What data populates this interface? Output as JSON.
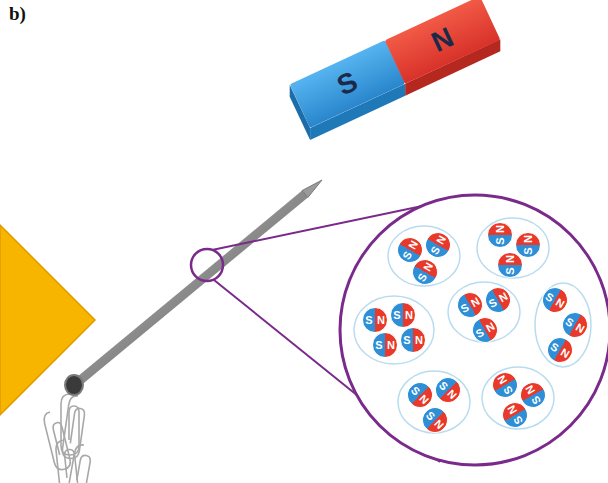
{
  "diagram": {
    "nodes": [
      {
        "text": [
          "S"
        ]
      },
      {
        "text": [
          "N"
        ]
      },
      {
        "text": [
          "S",
          "N"
        ]
      },
      {
        "text": [
          "S",
          "N"
        ]
      },
      {
        "text": [
          "S",
          "N"
        ]
      },
      {
        "text": [
          "S",
          "N"
        ]
      },
      {
        "text": [
          "S",
          "N"
        ]
      },
      {
        "text": [
          "S",
          "N"
        ]
      },
      {
        "text": [
          "S",
          "N"
        ]
      },
      {
        "text": [
          "S",
          "N"
        ]
      },
      {
        "text": [
          "S",
          "N"
        ]
      },
      {
        "text": [
          "S",
          "N"
        ]
      },
      {
        "text": [
          "S",
          "N"
        ]
      },
      {
        "text": [
          "S",
          "N"
        ]
      },
      {
        "text": [
          "S",
          "N"
        ]
      },
      {
        "text": [
          "S",
          "N"
        ]
      },
      {
        "text": [
          "S",
          "N"
        ]
      },
      {
        "text": [
          "S",
          "N"
        ]
      },
      {
        "text": [
          "S",
          "N"
        ]
      },
      {
        "text": [
          "S",
          "N"
        ]
      },
      {
        "text": [
          "S",
          "N"
        ]
      },
      {
        "text": [
          "S",
          "N"
        ]
      },
      {
        "text": [
          "S",
          "N"
        ]
      },
      {
        "text": [
          "S",
          "N"
        ]
      }
    ],
    "labels": [
      "b)"
    ]
  }
}
